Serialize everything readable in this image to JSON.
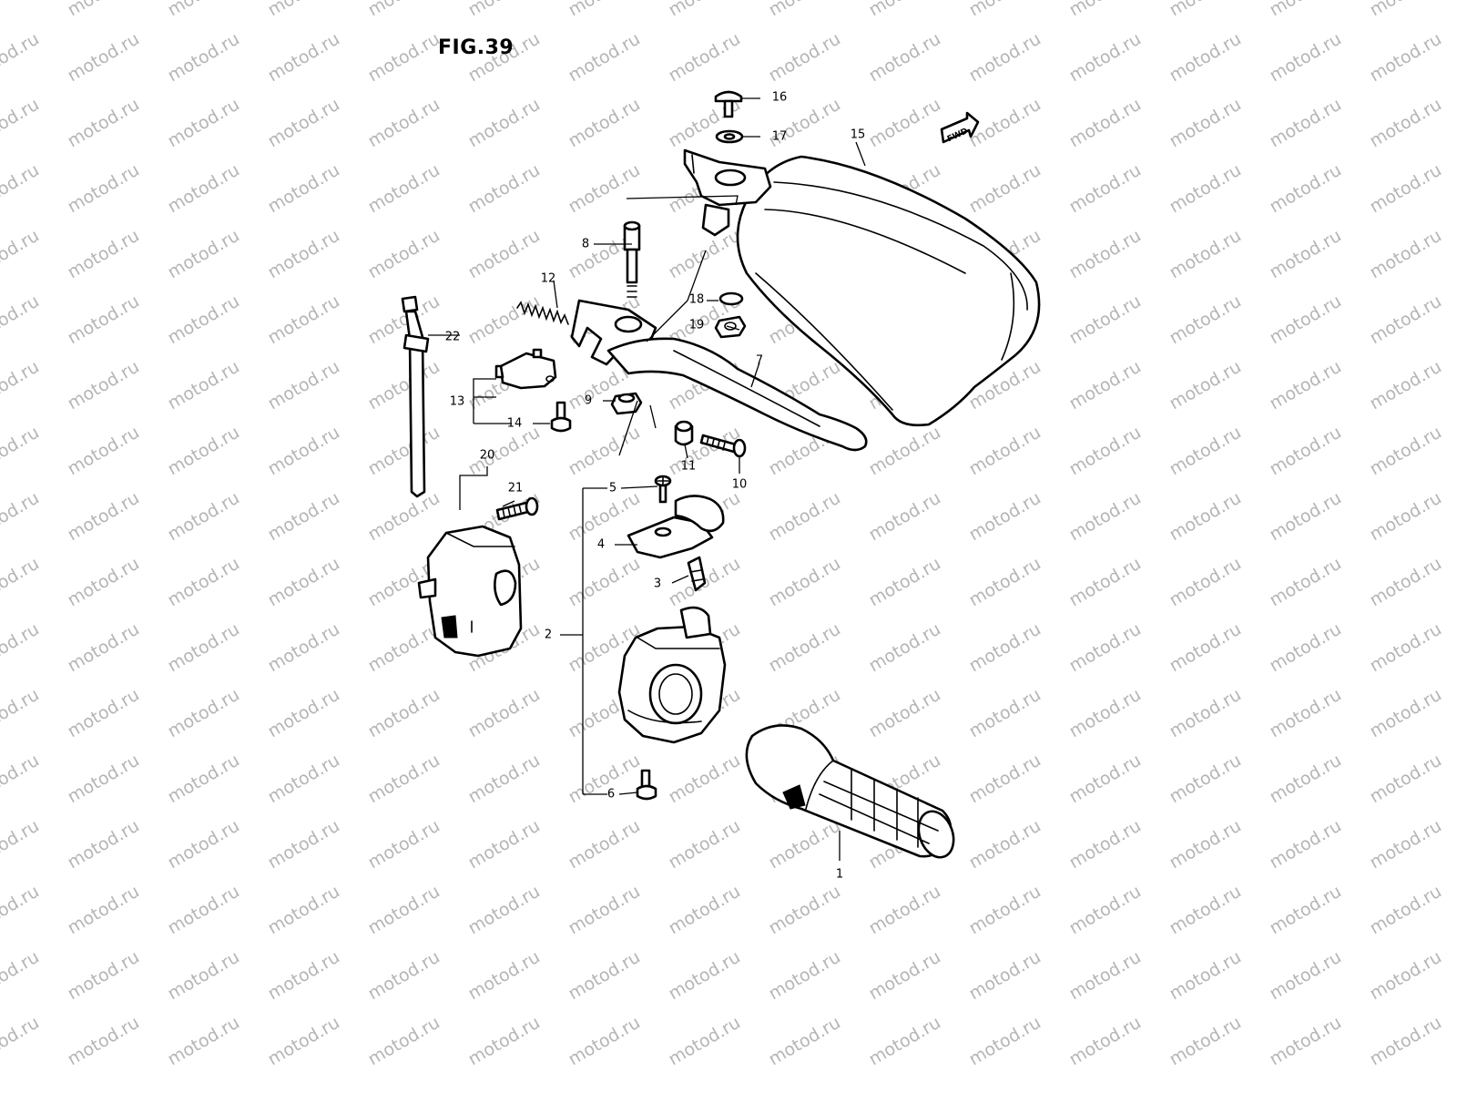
{
  "figure": {
    "title": "FIG.39"
  },
  "watermark": {
    "text": "motod.ru"
  },
  "fwd_badge": {
    "label": "FWD"
  },
  "callouts": [
    {
      "id": "1",
      "label": "1"
    },
    {
      "id": "2",
      "label": "2"
    },
    {
      "id": "3",
      "label": "3"
    },
    {
      "id": "4",
      "label": "4"
    },
    {
      "id": "5",
      "label": "5"
    },
    {
      "id": "6",
      "label": "6"
    },
    {
      "id": "7",
      "label": "7"
    },
    {
      "id": "8",
      "label": "8"
    },
    {
      "id": "9",
      "label": "9"
    },
    {
      "id": "10",
      "label": "10"
    },
    {
      "id": "11",
      "label": "11"
    },
    {
      "id": "12",
      "label": "12"
    },
    {
      "id": "13",
      "label": "13"
    },
    {
      "id": "14",
      "label": "14"
    },
    {
      "id": "15",
      "label": "15"
    },
    {
      "id": "16",
      "label": "16"
    },
    {
      "id": "17",
      "label": "17"
    },
    {
      "id": "18",
      "label": "18"
    },
    {
      "id": "19",
      "label": "19"
    },
    {
      "id": "20",
      "label": "20"
    },
    {
      "id": "21",
      "label": "21"
    },
    {
      "id": "22",
      "label": "22"
    }
  ]
}
